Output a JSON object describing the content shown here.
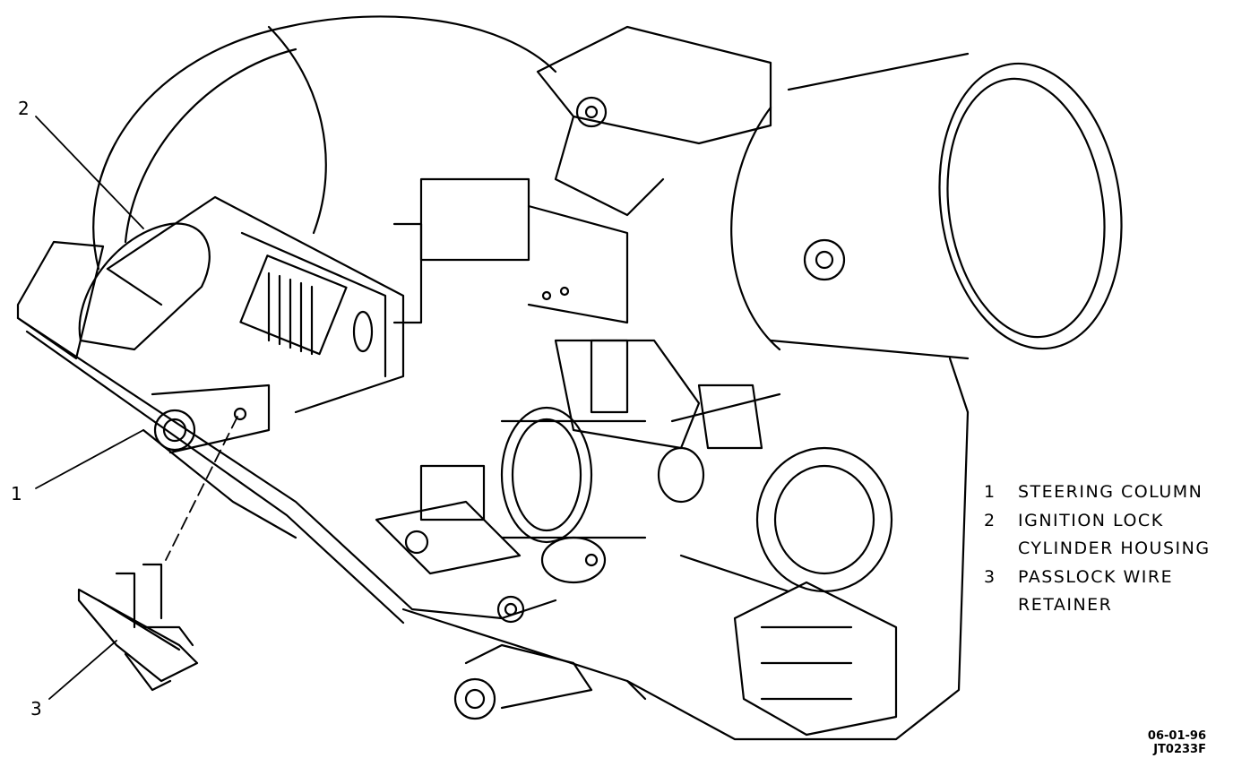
{
  "callouts": [
    {
      "label": "2"
    },
    {
      "label": "1"
    },
    {
      "label": "3"
    }
  ],
  "legend": [
    {
      "num": "1",
      "lines": [
        "STEERING COLUMN"
      ]
    },
    {
      "num": "2",
      "lines": [
        "IGNITION LOCK",
        "CYLINDER HOUSING"
      ]
    },
    {
      "num": "3",
      "lines": [
        "PASSLOCK WIRE",
        "RETAINER"
      ]
    }
  ],
  "stamp": {
    "date": "06-01-96",
    "code": "JT0233F"
  }
}
